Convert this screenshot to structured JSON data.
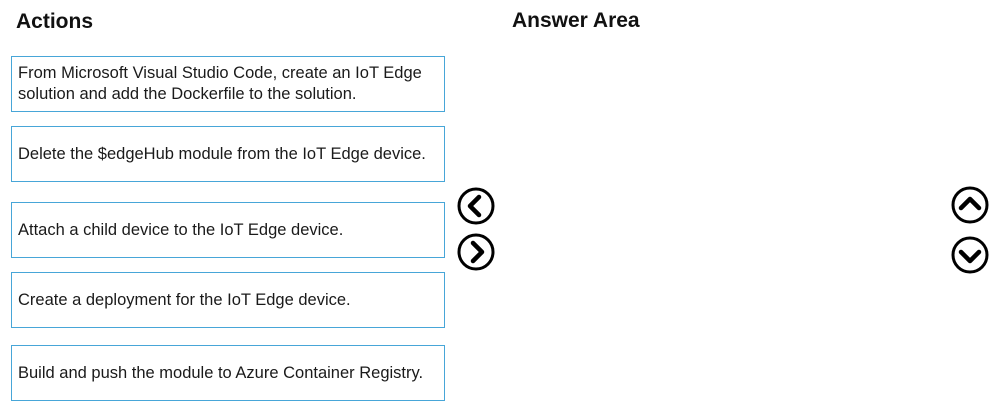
{
  "actions_panel": {
    "heading": "Actions",
    "items": [
      {
        "label": "From Microsoft Visual Studio Code, create an IoT Edge solution and add the Dockerfile to the solution."
      },
      {
        "label": "Delete the $edgeHub module from the IoT Edge device."
      },
      {
        "label": "Attach a child device to the IoT Edge device."
      },
      {
        "label": "Create a deployment for the IoT Edge device."
      },
      {
        "label": "Build and push the module to Azure Container Registry."
      }
    ]
  },
  "answer_area": {
    "heading": "Answer Area",
    "items": []
  },
  "controls": {
    "move_left_icon": "chevron-left-circle-icon",
    "move_right_icon": "chevron-right-circle-icon",
    "move_up_icon": "chevron-up-circle-icon",
    "move_down_icon": "chevron-down-circle-icon"
  },
  "colors": {
    "box_border": "#47a6d8",
    "text": "#1a1a1a",
    "icon": "#000000"
  }
}
